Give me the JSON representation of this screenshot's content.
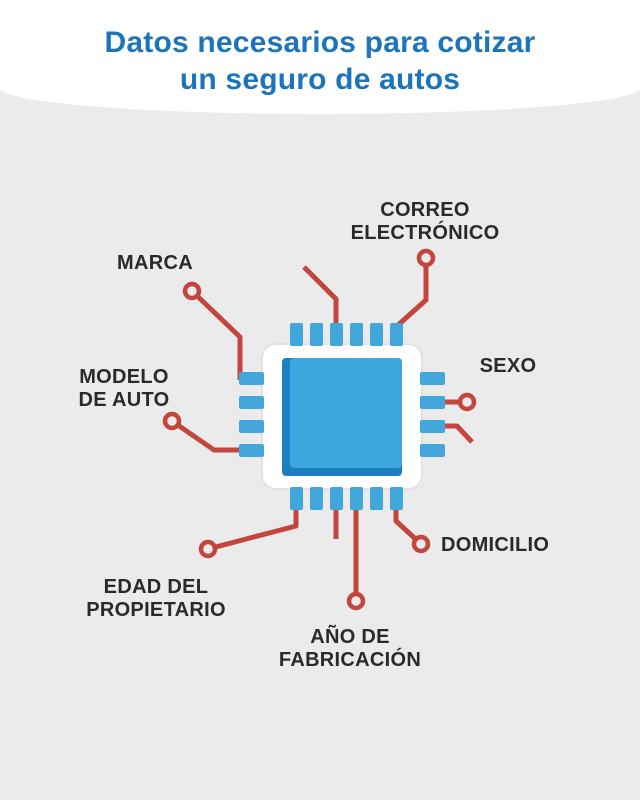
{
  "page": {
    "background_color": "#ebebeb"
  },
  "header": {
    "background_color": "#ffffff",
    "title_color": "#1b74bc",
    "title_line1": "Datos necesarios para cotizar",
    "title_line2": "un seguro de autos"
  },
  "diagram": {
    "trace_color": "#c2463d",
    "node_fill_color": "#ebebeb",
    "label_color": "#2b2a2b",
    "chip": {
      "body_color": "#ffffff",
      "body_edge_color": "#e3e1e1",
      "core_color": "#3ba7dd",
      "core_shade_color": "#1d7fc2",
      "pin_color": "#41a7da"
    },
    "labels": {
      "correo": {
        "line1": "CORREO",
        "line2": "ELECTRÓNICO"
      },
      "marca": {
        "line1": "MARCA"
      },
      "modelo": {
        "line1": "MODELO",
        "line2": "DE AUTO"
      },
      "sexo": {
        "line1": "SEXO"
      },
      "domicilio": {
        "line1": "DOMICILIO"
      },
      "edad": {
        "line1": "EDAD DEL",
        "line2": "PROPIETARIO"
      },
      "anio": {
        "line1": "AÑO DE",
        "line2": "FABRICACIÓN"
      }
    }
  }
}
